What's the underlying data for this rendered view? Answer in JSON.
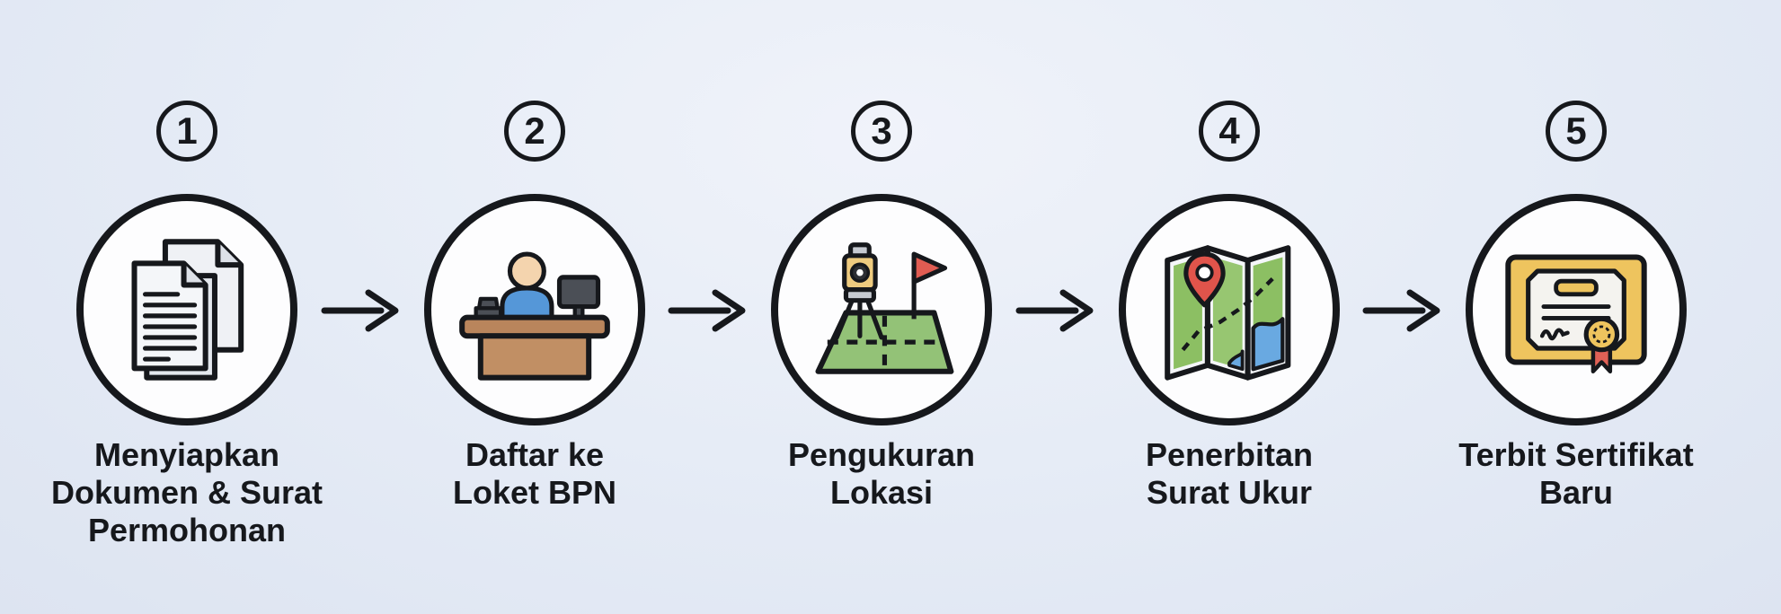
{
  "diagram": {
    "type": "process-flow",
    "language": "Indonesian",
    "steps": [
      {
        "number": "1",
        "label": "Menyiapkan Dokumen & Surat Permohonan",
        "label_lines": [
          "Menyiapkan",
          "Dokumen & Surat",
          "Permohonan"
        ],
        "icon": "documents-icon"
      },
      {
        "number": "2",
        "label": "Daftar ke Loket BPN",
        "label_lines": [
          "Daftar ke",
          "Loket BPN"
        ],
        "icon": "registration-desk-icon"
      },
      {
        "number": "3",
        "label": "Pengukuran Lokasi",
        "label_lines": [
          "Pengukuran",
          "Lokasi"
        ],
        "icon": "land-survey-icon"
      },
      {
        "number": "4",
        "label": "Penerbitan Surat Ukur",
        "label_lines": [
          "Penerbitan",
          "Surat Ukur"
        ],
        "icon": "folded-map-icon"
      },
      {
        "number": "5",
        "label": "Terbit Sertifikat Baru",
        "label_lines": [
          "Terbit Sertifikat",
          "Baru"
        ],
        "icon": "certificate-icon"
      }
    ],
    "connector": {
      "style": "right-arrow",
      "color": "#16181c"
    },
    "colors": {
      "background": "#e4eaf5",
      "outline": "#16181c",
      "circle_fill": "#fdfdfe",
      "text": "#15181d",
      "document_fill": "#eff1f5",
      "document_shade": "#dde1e8",
      "skin": "#f4d4ae",
      "shirt_blue": "#5597d8",
      "monitor_gray": "#4b4f56",
      "desk_top_brown": "#b9855c",
      "desk_body_brown": "#c18f64",
      "field_green": "#93c277",
      "theodolite_tan": "#eecb7f",
      "theodolite_gray": "#c6cad1",
      "flag_red": "#e05c52",
      "map_green_left": "#8cbf63",
      "map_green_mid": "#97c671",
      "map_margin": "#f5f7fa",
      "water_blue": "#69a9e1",
      "pin_red": "#e0544b",
      "certificate_gold": "#eec45e",
      "certificate_paper": "#f4f3ef",
      "ribbon_red": "#e06156"
    }
  }
}
